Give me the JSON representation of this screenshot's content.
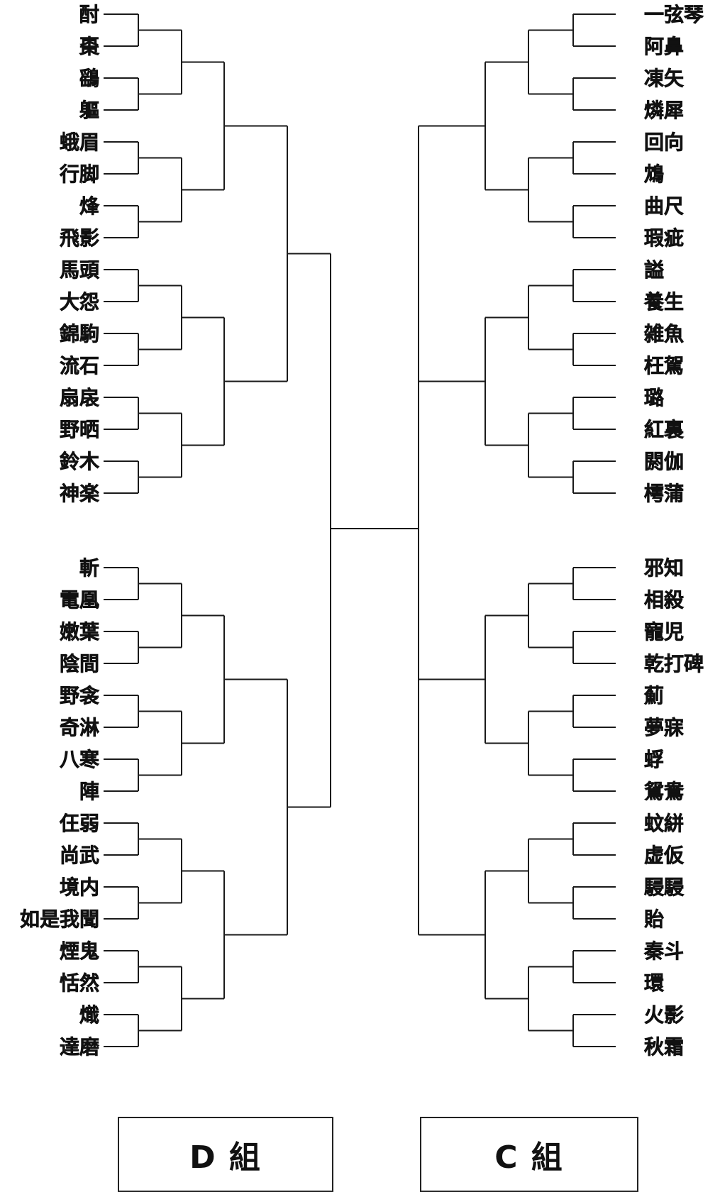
{
  "groups": {
    "d": {
      "label": "D 組",
      "names": [
        "酎",
        "棗",
        "鷂",
        "軀",
        "蛾眉",
        "行脚",
        "烽",
        "飛影",
        "馬頭",
        "大怨",
        "錦駒",
        "流石",
        "扇扆",
        "野晒",
        "鈴木",
        "神楽",
        "斬",
        "電凰",
        "嫩葉",
        "陰間",
        "野衾",
        "奇淋",
        "八寒",
        "陣",
        "仼弱",
        "尚武",
        "境内",
        "如是我聞",
        "煙鬼",
        "恬然",
        "熾",
        "達磨"
      ]
    },
    "c": {
      "label": "C 組",
      "names": [
        "一弦琴",
        "阿鼻",
        "凍矢",
        "燐犀",
        "回向",
        "鴆",
        "曲尺",
        "瑕疵",
        "謚",
        "養生",
        "雑魚",
        "枉駕",
        "璐",
        "紅裏",
        "閼伽",
        "樗蒲",
        "邪知",
        "相殺",
        "寵児",
        "乾打碑",
        "薊",
        "夢寐",
        "蜉",
        "鴛鴦",
        "蚊絣",
        "虚仮",
        "駸駸",
        "貽",
        "秦斗",
        "環",
        "火影",
        "秋霜"
      ]
    }
  },
  "colors": {
    "ink": "#111111",
    "background": "#ffffff"
  }
}
